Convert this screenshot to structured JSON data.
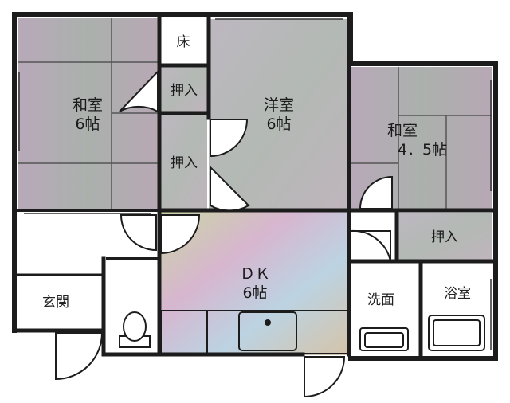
{
  "rooms": {
    "washitsu_left": {
      "name": "和室",
      "size": "6帖"
    },
    "closet_left": {
      "name": "押入"
    },
    "closet_mid": {
      "name": "押入"
    },
    "toko": {
      "name": "床"
    },
    "youshitsu": {
      "name": "洋室",
      "size": "6帖"
    },
    "washitsu_right": {
      "name": "和室",
      "size": "4．5帖"
    },
    "closet_right": {
      "name": "押入"
    },
    "dk": {
      "name": "ＤＫ",
      "size": "6帖"
    },
    "genkan": {
      "name": "玄関"
    },
    "senmen": {
      "name": "洗面"
    },
    "yokushitsu": {
      "name": "浴室"
    }
  },
  "colors": {
    "wall": "#1c1c1c",
    "room_gray": "#b9b6bd",
    "tatami_gray": "#aeaab1",
    "dk_pastel_1": "#c6d8a8",
    "dk_pastel_2": "#d8b3cc",
    "dk_pastel_3": "#b7cde0"
  }
}
